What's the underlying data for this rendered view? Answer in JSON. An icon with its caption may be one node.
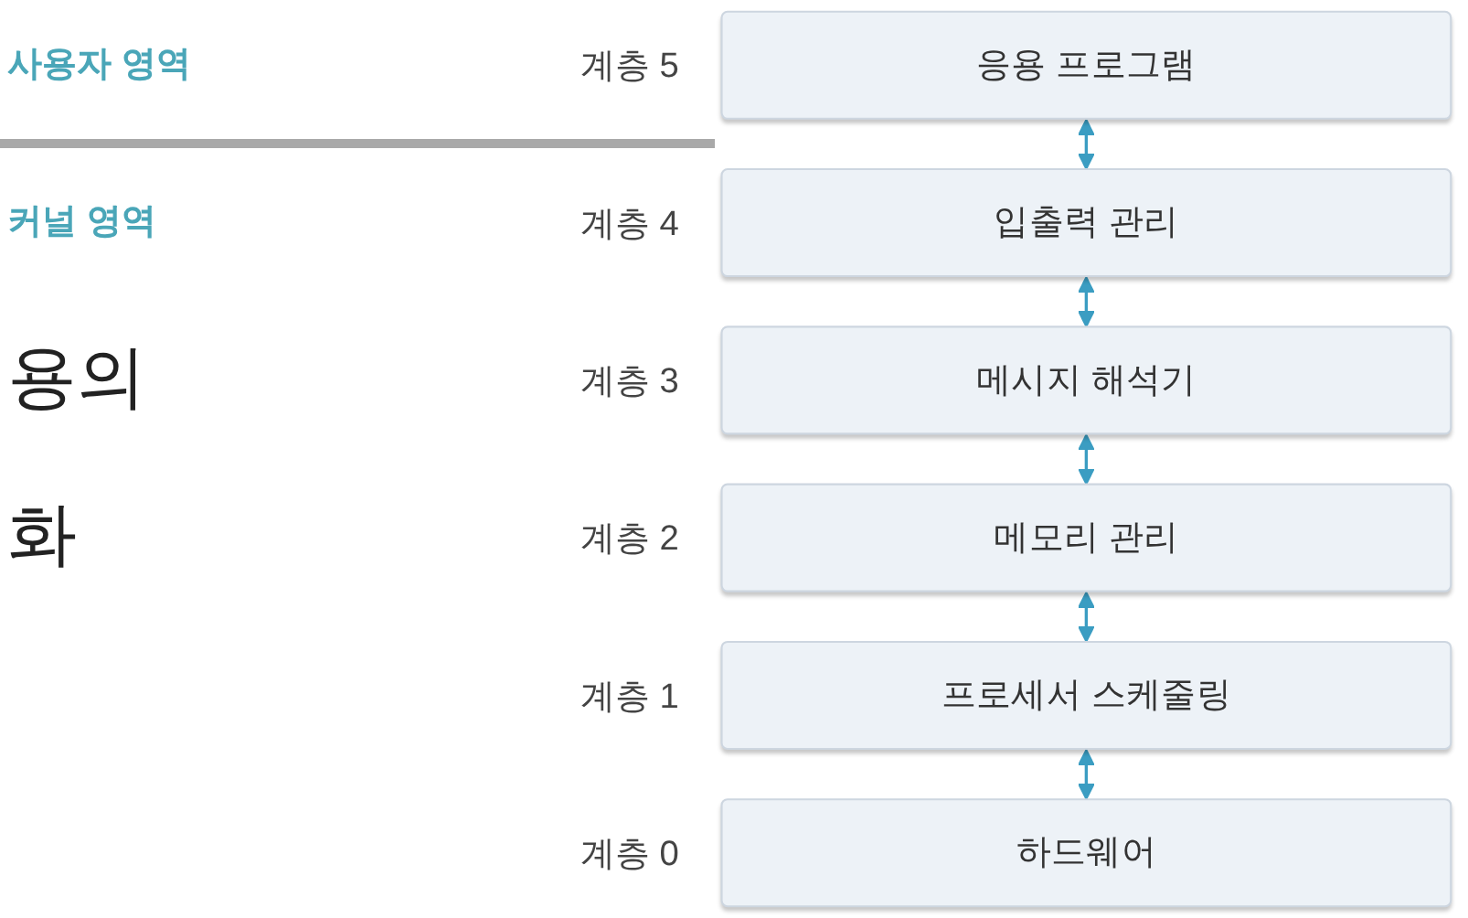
{
  "diagram": {
    "nodes": [
      {
        "text": [
          "응용 프로그램"
        ],
        "beside": [
          "계층 5"
        ]
      },
      {
        "text": [
          "입출력 관리"
        ],
        "beside": [
          "계층 4"
        ]
      },
      {
        "text": [
          "메시지 해석기"
        ],
        "beside": [
          "계층 3"
        ]
      },
      {
        "text": [
          "메모리 관리"
        ],
        "beside": [
          "계층 2"
        ]
      },
      {
        "text": [
          "프로세서 스케줄링"
        ],
        "beside": [
          "계층 1"
        ]
      },
      {
        "text": [
          "하드웨어"
        ],
        "beside": [
          "계층 0"
        ]
      }
    ],
    "edges": [
      {
        "from": 0,
        "to": 1,
        "arrow": "both"
      },
      {
        "from": 1,
        "to": 2,
        "arrow": "both"
      },
      {
        "from": 2,
        "to": 3,
        "arrow": "both"
      },
      {
        "from": 3,
        "to": 4,
        "arrow": "both"
      },
      {
        "from": 4,
        "to": 5,
        "arrow": "both"
      }
    ],
    "labels": [
      "사용자 영역",
      "커널 영역",
      "용의",
      "화"
    ]
  }
}
